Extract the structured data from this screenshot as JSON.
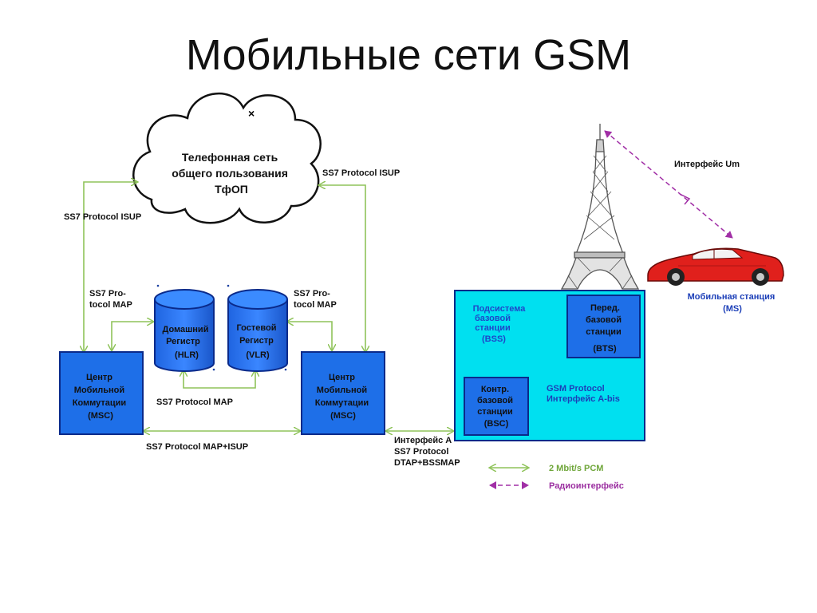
{
  "title": "Мобильные сети GSM",
  "cloud": {
    "lines": [
      "Телефонная сеть",
      "общего пользования",
      "ТфОП"
    ]
  },
  "hlr": {
    "lines": [
      "Домашний",
      "Регистр",
      "(HLR)"
    ]
  },
  "vlr": {
    "lines": [
      "Гостевой",
      "Регистр",
      "(VLR)"
    ]
  },
  "msc_left": {
    "lines": [
      "Центр",
      "Мобильной",
      "Коммутации",
      "(MSC)"
    ]
  },
  "msc_right": {
    "lines": [
      "Центр",
      "Мобильной",
      "Коммутации",
      "(MSC)"
    ]
  },
  "bss": {
    "lines": [
      "Подсистема",
      "базовой",
      "станции",
      "(BSS)"
    ]
  },
  "bts": {
    "lines": [
      "Перед.",
      "базовой",
      "станции",
      "(BTS)"
    ]
  },
  "bsc": {
    "lines": [
      "Контр.",
      "базовой",
      "станции",
      "(BSC)"
    ]
  },
  "labels": {
    "isup_left": "SS7 Protocol ISUP",
    "isup_right": "SS7 Protocol ISUP",
    "map_left": [
      "SS7 Pro-",
      "tocol MAP"
    ],
    "map_right": [
      "SS7 Pro-",
      "tocol MAP"
    ],
    "map_center": "SS7 Protocol MAP",
    "map_isup": "SS7 Protocol MAP+ISUP",
    "interface_a": [
      "Интерфейс А",
      "SS7 Protocol",
      "DTAP+BSSMAP"
    ],
    "gsm_abis": [
      "GSM Protocol",
      "Интерфейс A-bis"
    ],
    "um": "Интерфейс Um",
    "ms": [
      "Мобильная станция",
      "(MS)"
    ]
  },
  "legend": {
    "pcm": "2 Mbit/s PCM",
    "radio": "Радиоинтерфейс"
  },
  "colors": {
    "box_blue": "#1e6fe8",
    "box_stroke": "#0a2a8a",
    "bss_fill": "#00e0f0",
    "link_green": "#8fc35a",
    "radio_purple": "#a12fa6",
    "car_red": "#e0201c"
  }
}
